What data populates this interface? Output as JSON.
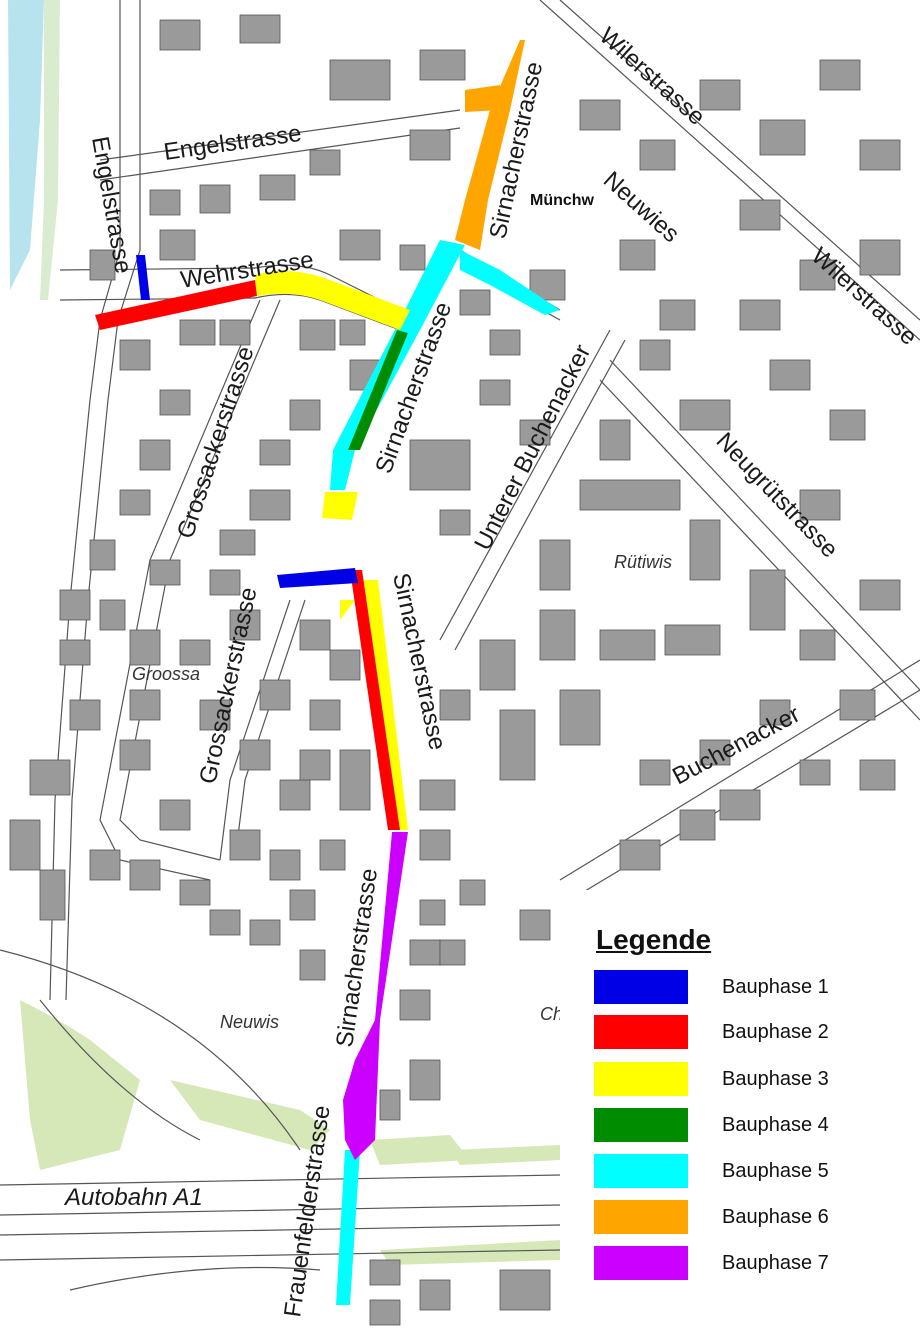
{
  "streets": {
    "engelstrasse_top": "Engelstrasse",
    "engelstrasse_left": "Engelstrasse",
    "wehrstrasse": "Wehrstrasse",
    "sirnacherstrasse_1": "Sirnacherstrasse",
    "sirnacherstrasse_2": "Sirnacherstrasse",
    "sirnacherstrasse_3": "Sirnacherstrasse",
    "sirnacherstrasse_4": "Sirnacherstrasse",
    "wilerstrasse_1": "Wilerstrasse",
    "wilerstrasse_2": "Wilerstrasse",
    "neuwies": "Neuwies",
    "grossackerstrasse_1": "Grossackerstrasse",
    "grossackerstrasse_2": "Grossackerstrasse",
    "unterer_buchenacker": "Unterer Buchenacker",
    "neugruetstrasse": "Neugrütstrasse",
    "buchenacker": "Buchenacker",
    "frauenfelderstrasse": "Frauenfelderstrasse",
    "autobahn": "Autobahn A1"
  },
  "areas": {
    "muenchwilen": "Münchw",
    "rueti": "Rütiwis",
    "groossacker": "Groossa",
    "neuwis": "Neuwis",
    "ch": "Ch"
  },
  "legend": {
    "title": "Legende",
    "items": [
      {
        "label": "Bauphase 1",
        "color": "#0000e6"
      },
      {
        "label": "Bauphase 2",
        "color": "#ff0000"
      },
      {
        "label": "Bauphase 3",
        "color": "#ffff00"
      },
      {
        "label": "Bauphase 4",
        "color": "#008c00"
      },
      {
        "label": "Bauphase 5",
        "color": "#00ffff"
      },
      {
        "label": "Bauphase 6",
        "color": "#ffa500"
      },
      {
        "label": "Bauphase 7",
        "color": "#cc00ff"
      }
    ]
  }
}
